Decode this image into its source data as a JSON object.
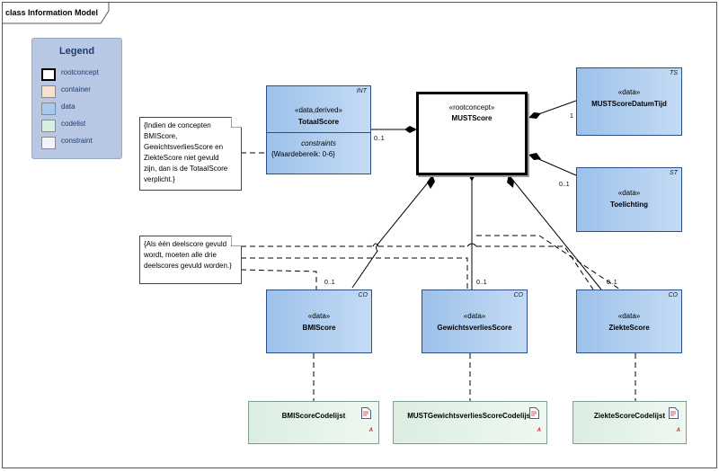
{
  "diagram_title": "class Information Model",
  "legend": {
    "title": "Legend",
    "items": [
      {
        "label": "rootconcept",
        "color": "#ffffff",
        "bordered": true
      },
      {
        "label": "container",
        "color": "#f8dfcf"
      },
      {
        "label": "data",
        "color": "#a9c9ee"
      },
      {
        "label": "codelist",
        "color": "#d6efdf"
      },
      {
        "label": "constraint",
        "color": "#f4f4f8"
      }
    ]
  },
  "classes": {
    "totaal": {
      "stereotype": "«data,derived»",
      "name": "TotaalScore",
      "tag": "INT",
      "constraints_header": "constraints",
      "constraint": "{Waardebereik: 0-6}"
    },
    "must": {
      "stereotype": "«rootconcept»",
      "name": "MUSTScore"
    },
    "datumtijd": {
      "stereotype": "«data»",
      "name": "MUSTScoreDatumTijd",
      "tag": "TS"
    },
    "toelichting": {
      "stereotype": "«data»",
      "name": "Toelichting",
      "tag": "ST"
    },
    "bmi": {
      "stereotype": "«data»",
      "name": "BMIScore",
      "tag": "CO"
    },
    "gewicht": {
      "stereotype": "«data»",
      "name": "GewichtsverliesScore",
      "tag": "CO"
    },
    "ziekte": {
      "stereotype": "«data»",
      "name": "ZiekteScore",
      "tag": "CO"
    }
  },
  "codelists": {
    "bmi": {
      "name": "BMIScoreCodelijst",
      "mark": "A"
    },
    "gewicht": {
      "name": "MUSTGewichtsverliesScoreCodelijst",
      "mark": "A"
    },
    "ziekte": {
      "name": "ZiekteScoreCodelijst",
      "mark": "A"
    }
  },
  "notes": {
    "totaal": [
      "{Indien de concepten",
      "BMIScore,",
      "GewichtsverliesScore en",
      "ZiekteScore niet gevuld",
      "zijn, dan is de TotaalScore",
      "verplicht.}"
    ],
    "deelscore": [
      "{Als één deelscore gevuld",
      "wordt, moeten alle drie",
      "deelscores gevuld worden.}"
    ]
  },
  "multiplicities": {
    "totaal": "0..1",
    "datumtijd": "1",
    "toelichting": "0..1",
    "bmi": "0..1",
    "gewicht": "0..1",
    "ziekte": "0..1"
  }
}
